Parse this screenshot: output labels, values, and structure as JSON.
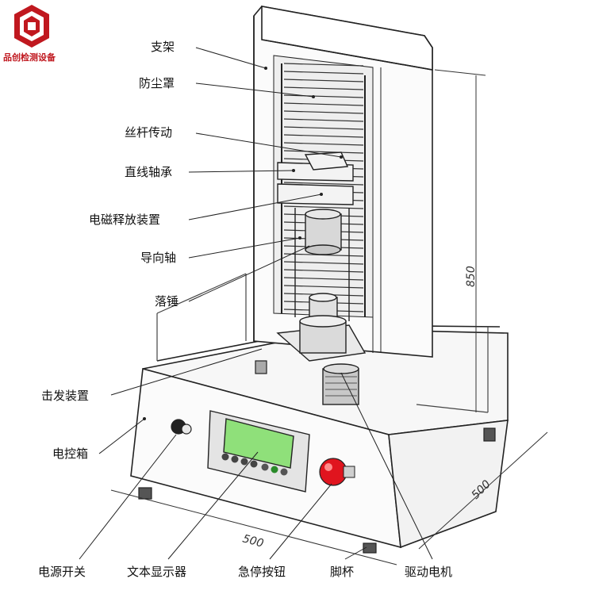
{
  "brand": {
    "name": "品创检测设备",
    "color": "#c0181f"
  },
  "labels": {
    "frame": "支架",
    "dust_cover": "防尘罩",
    "screw_drive": "丝杆传动",
    "linear_bearing": "直线轴承",
    "em_release": "电磁释放装置",
    "guide_shaft": "导向轴",
    "drop_hammer": "落锤",
    "striker": "击发装置",
    "control_box": "电控箱",
    "power_switch": "电源开关",
    "text_display": "文本显示器",
    "emergency_stop": "急停按钮",
    "foot_cup": "脚杯",
    "drive_motor": "驱动电机"
  },
  "dimensions": {
    "height": "850",
    "depth": "500",
    "width": "500"
  },
  "colors": {
    "line": "#222222",
    "screen": "#8fe07a",
    "estop": "#e0141e"
  }
}
